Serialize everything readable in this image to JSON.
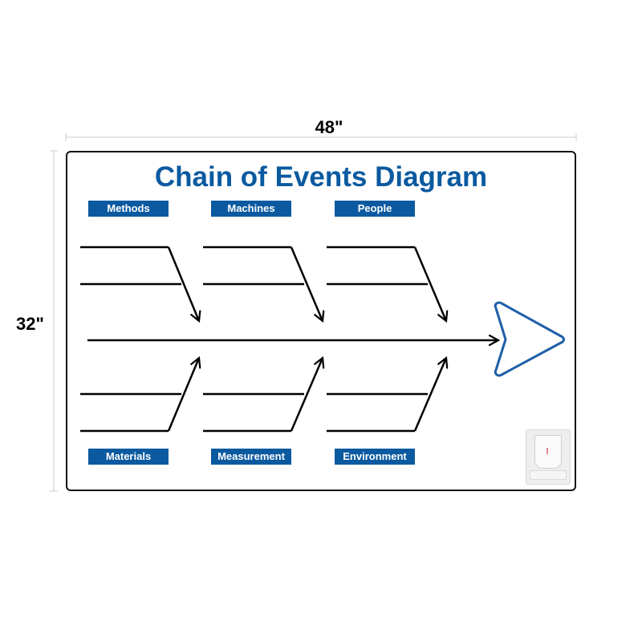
{
  "dimensions": {
    "width_label": "48\"",
    "height_label": "32\""
  },
  "board": {
    "title": "Chain of Events Diagram",
    "categories": {
      "top": [
        "Methods",
        "Machines",
        "People"
      ],
      "bottom": [
        "Materials",
        "Measurement",
        "Environment"
      ]
    }
  },
  "colors": {
    "title": "#0b5aa0",
    "label_bg": "#0b5aa0",
    "label_text": "#ffffff",
    "lines": "#000000",
    "head_arrow": "#1f5fa8"
  },
  "icons": {
    "head": "chevron-arrow-outline-icon",
    "accessory": "marker-holder-icon"
  }
}
